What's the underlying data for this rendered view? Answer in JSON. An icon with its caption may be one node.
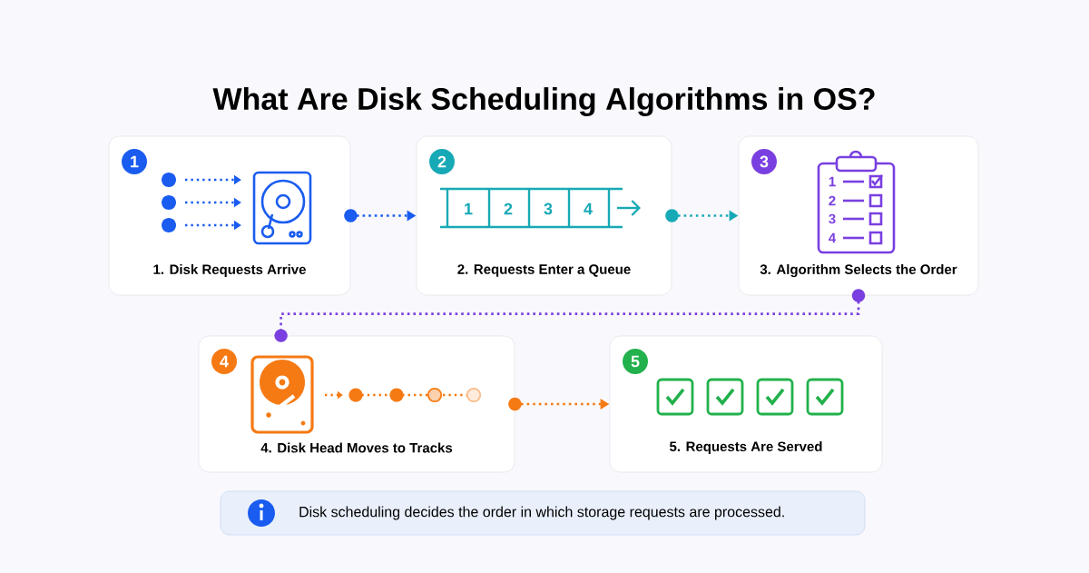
{
  "diagram": {
    "title": "What Are Disk Scheduling Algorithms in OS?",
    "nodes": [
      {
        "text": [
          "1",
          "1. Disk Requests Arrive"
        ]
      },
      {
        "text": [
          "2",
          "2. Requests Enter a Queue"
        ]
      },
      {
        "text": [
          "3",
          "3. Algorithm Selects the Order"
        ]
      },
      {
        "text": [
          "4",
          "4. Disk Head Moves to Tracks"
        ]
      },
      {
        "text": [
          "5",
          "5. Requests Are Served"
        ]
      },
      {
        "text": [
          "Disk scheduling decides the order in which storage requests are processed."
        ]
      }
    ],
    "edges": [
      {
        "from": 0,
        "to": 1,
        "arrow": "to",
        "color": "#1a5cf0"
      },
      {
        "from": 1,
        "to": 2,
        "arrow": "to",
        "color": "#17a9b6"
      },
      {
        "from": 2,
        "to": 3,
        "arrow": "other",
        "color": "#7a3fe0"
      },
      {
        "from": 3,
        "to": 4,
        "arrow": "to",
        "color": "#f57a14"
      }
    ],
    "labels": [
      "1",
      "2",
      "3",
      "4",
      "1",
      "2",
      "3",
      "4"
    ]
  }
}
